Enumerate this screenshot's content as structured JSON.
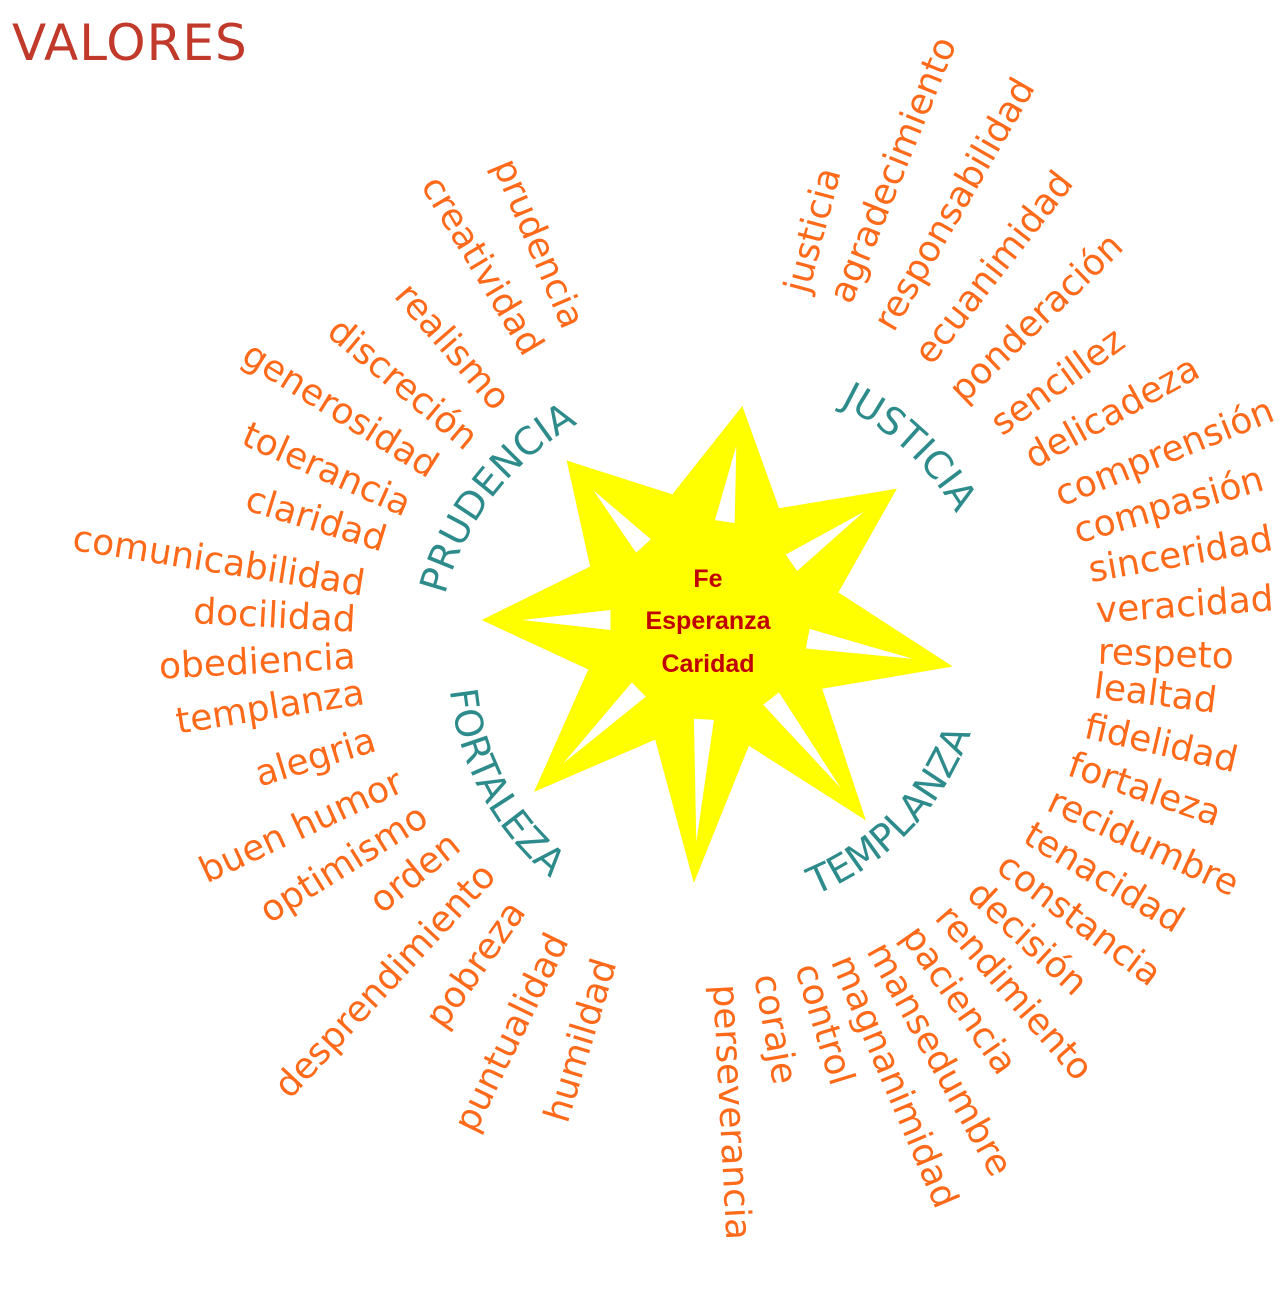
{
  "title": "VALORES",
  "colors": {
    "title": "#c0392b",
    "values": "#ff6a1a",
    "virtues": "#2e8b8b",
    "star_fill": "#ffff00",
    "center_text": "#c00000"
  },
  "center": {
    "lines": [
      "Fe",
      "Esperanza",
      "Caridad"
    ]
  },
  "virtues": [
    {
      "label": "PRUDENCIA"
    },
    {
      "label": "JUSTICIA"
    },
    {
      "label": "FORTALEZA"
    },
    {
      "label": "TEMPLANZA"
    }
  ],
  "values": [
    "prudencia",
    "creatividad",
    "realismo",
    "discreción",
    "generosidad",
    "tolerancia",
    "claridad",
    "comunicabilidad",
    "docilidad",
    "obediencia",
    "templanza",
    "alegria",
    "buen humor",
    "optimismo",
    "orden",
    "desprendimiento",
    "pobreza",
    "puntualidad",
    "humildad",
    "justicia",
    "agradecimiento",
    "responsabilidad",
    "ecuanimidad",
    "ponderación",
    "sencillez",
    "delicadeza",
    "comprensión",
    "compasión",
    "sinceridad",
    "veracidad",
    "respeto",
    "lealtad",
    "fidelidad",
    "fortaleza",
    "recidumbre",
    "tenacidad",
    "constancia",
    "decisión",
    "rendimiento",
    "paciencia",
    "mansedumbre",
    "magnanimidad",
    "control",
    "coraje",
    "perseverancia"
  ]
}
